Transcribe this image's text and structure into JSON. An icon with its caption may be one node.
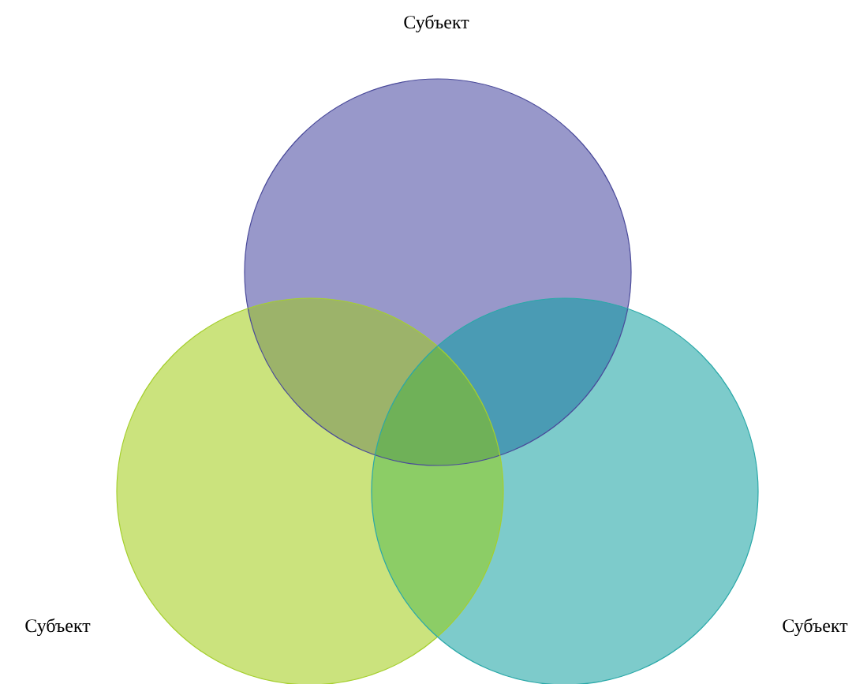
{
  "diagram": {
    "nodes": [
      {
        "text": [
          "Субъект"
        ]
      },
      {
        "text": [
          "Субъект"
        ]
      },
      {
        "text": [
          "Субъект"
        ]
      }
    ]
  }
}
